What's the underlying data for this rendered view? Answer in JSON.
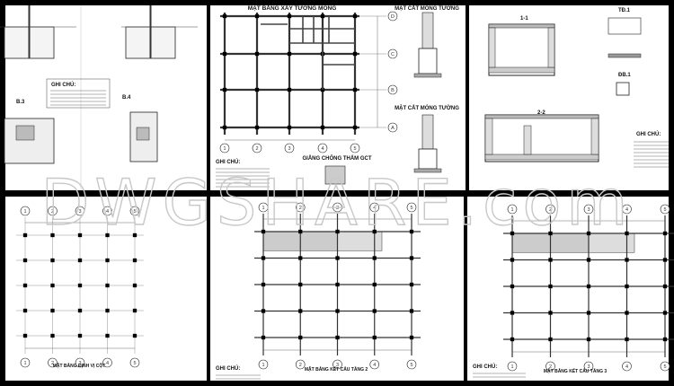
{
  "watermark": "DWGSHARE.com",
  "panels": {
    "top_left": {
      "notes_title": "GHI CHÚ:",
      "detail_b3": "B.3",
      "detail_b4": "B.4"
    },
    "top_middle": {
      "title": "MẶT BẰNG XÂY TƯỜNG MÓNG",
      "section_title_1": "MẶT CẮT MÓNG TƯỜNG",
      "section_title_2": "MẶT CẮT MÓNG TƯỜNG",
      "beam_title": "GIẰNG CHỐNG THẤM GCT",
      "notes_title": "GHI CHÚ:",
      "axes_x": [
        "1",
        "2",
        "3",
        "4",
        "5"
      ],
      "axes_y": [
        "D",
        "C",
        "B",
        "A"
      ]
    },
    "top_right": {
      "section_1": "1-1",
      "section_2": "2-2",
      "detail_td1": "TĐ.1",
      "detail_db1": "ĐB.1",
      "notes_title": "GHI CHÚ:"
    },
    "bottom_left": {
      "title": "MẶT BẰNG ĐỊNH VỊ CỘT",
      "axes_x": [
        "1",
        "2",
        "3",
        "4",
        "5"
      ]
    },
    "bottom_middle": {
      "title": "MẶT BẰNG KẾT CẤU TẦNG 2",
      "notes_title": "GHI CHÚ:",
      "axes_x": [
        "1",
        "2",
        "3",
        "4",
        "5"
      ]
    },
    "bottom_right": {
      "title": "MẶT BẰNG KẾT CẤU TẦNG 3",
      "notes_title": "GHI CHÚ:",
      "axes_x": [
        "1",
        "2",
        "3",
        "4",
        "5"
      ]
    }
  }
}
